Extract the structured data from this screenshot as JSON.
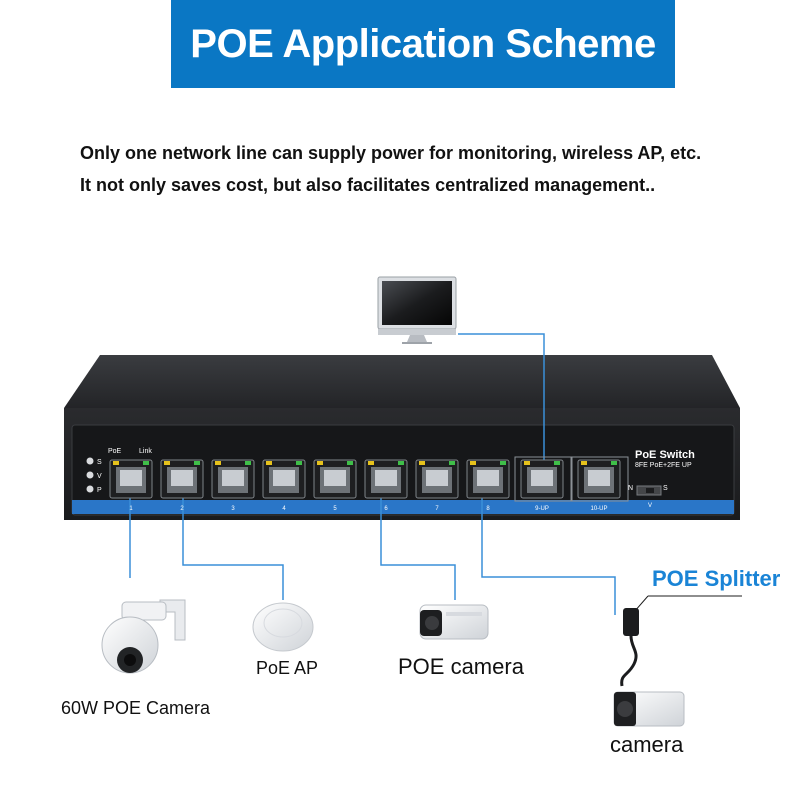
{
  "title": "POE Application Scheme",
  "description": {
    "line1": "Only one network line can supply power for monitoring, wireless AP, etc.",
    "line2": "It not only saves cost, but also facilitates centralized management.."
  },
  "switch": {
    "brand": "PoE Switch",
    "model": "8FE PoE+2FE UP",
    "led_labels": [
      "S",
      "V",
      "P"
    ],
    "poe_label": "PoE",
    "link_label": "Link",
    "port_numbers": [
      "1",
      "2",
      "3",
      "4",
      "5",
      "6",
      "7",
      "8"
    ],
    "uplink_labels": [
      "9-UP",
      "10-UP"
    ],
    "mode_switch": {
      "left": "N",
      "right": "S"
    },
    "v_label": "V"
  },
  "devices": {
    "ptz_camera": "60W POE Camera",
    "poe_ap": "PoE AP",
    "poe_camera": "POE camera",
    "poe_splitter": "POE Splitter",
    "camera": "camera"
  },
  "colors": {
    "title_bg": "#0a77c4",
    "cable": "#3a8fd8",
    "splitter_label": "#1a84d6",
    "switch_body": "#2e3034",
    "switch_stripe": "#2a76c8"
  }
}
